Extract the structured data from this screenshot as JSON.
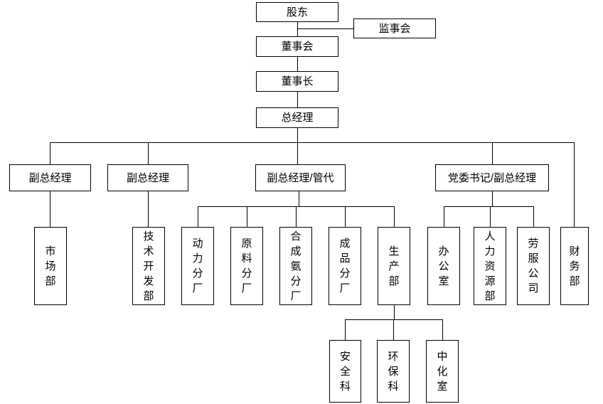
{
  "diagram": {
    "type": "org-chart",
    "colors": {
      "border": "#000000",
      "background": "#ffffff",
      "text": "#000000"
    },
    "nodes": {
      "shareholders": {
        "label": "股东"
      },
      "supervisory_board": {
        "label": "监事会"
      },
      "board_of_directors": {
        "label": "董事会"
      },
      "chairman": {
        "label": "董事长"
      },
      "general_manager": {
        "label": "总经理"
      },
      "deputy_gm_1": {
        "label": "副总经理"
      },
      "deputy_gm_2": {
        "label": "副总经理"
      },
      "deputy_gm_mgmt_rep": {
        "label": "副总经理/管代"
      },
      "party_secretary_deputy_gm": {
        "label": "党委书记/副总经理"
      },
      "marketing_dept": {
        "label": "市场部"
      },
      "tech_dev_dept": {
        "label": "技术开发部"
      },
      "power_branch": {
        "label": "动力分厂"
      },
      "raw_material_branch": {
        "label": "原料分厂"
      },
      "ammonia_branch": {
        "label": "合成氨分厂"
      },
      "finished_product_branch": {
        "label": "成品分厂"
      },
      "production_dept": {
        "label": "生产部"
      },
      "office": {
        "label": "办公室"
      },
      "hr_dept": {
        "label": "人力资源部"
      },
      "labor_service_company": {
        "label": "劳服公司"
      },
      "finance_dept": {
        "label": "财务部"
      },
      "safety_section": {
        "label": "安全科"
      },
      "environment_section": {
        "label": "环保科"
      },
      "central_chem_lab": {
        "label": "中化室"
      }
    },
    "edges": [
      [
        "股东",
        "董事会"
      ],
      [
        "股东",
        "监事会"
      ],
      [
        "董事会",
        "董事长"
      ],
      [
        "董事长",
        "总经理"
      ],
      [
        "总经理",
        "副总经理"
      ],
      [
        "总经理",
        "副总经理"
      ],
      [
        "总经理",
        "副总经理/管代"
      ],
      [
        "总经理",
        "党委书记/副总经理"
      ],
      [
        "总经理",
        "财务部"
      ],
      [
        "副总经理",
        "市场部"
      ],
      [
        "副总经理",
        "技术开发部"
      ],
      [
        "副总经理/管代",
        "动力分厂"
      ],
      [
        "副总经理/管代",
        "原料分厂"
      ],
      [
        "副总经理/管代",
        "合成氨分厂"
      ],
      [
        "副总经理/管代",
        "成品分厂"
      ],
      [
        "副总经理/管代",
        "生产部"
      ],
      [
        "党委书记/副总经理",
        "办公室"
      ],
      [
        "党委书记/副总经理",
        "人力资源部"
      ],
      [
        "党委书记/副总经理",
        "劳服公司"
      ],
      [
        "生产部",
        "安全科"
      ],
      [
        "生产部",
        "环保科"
      ],
      [
        "生产部",
        "中化室"
      ]
    ]
  }
}
